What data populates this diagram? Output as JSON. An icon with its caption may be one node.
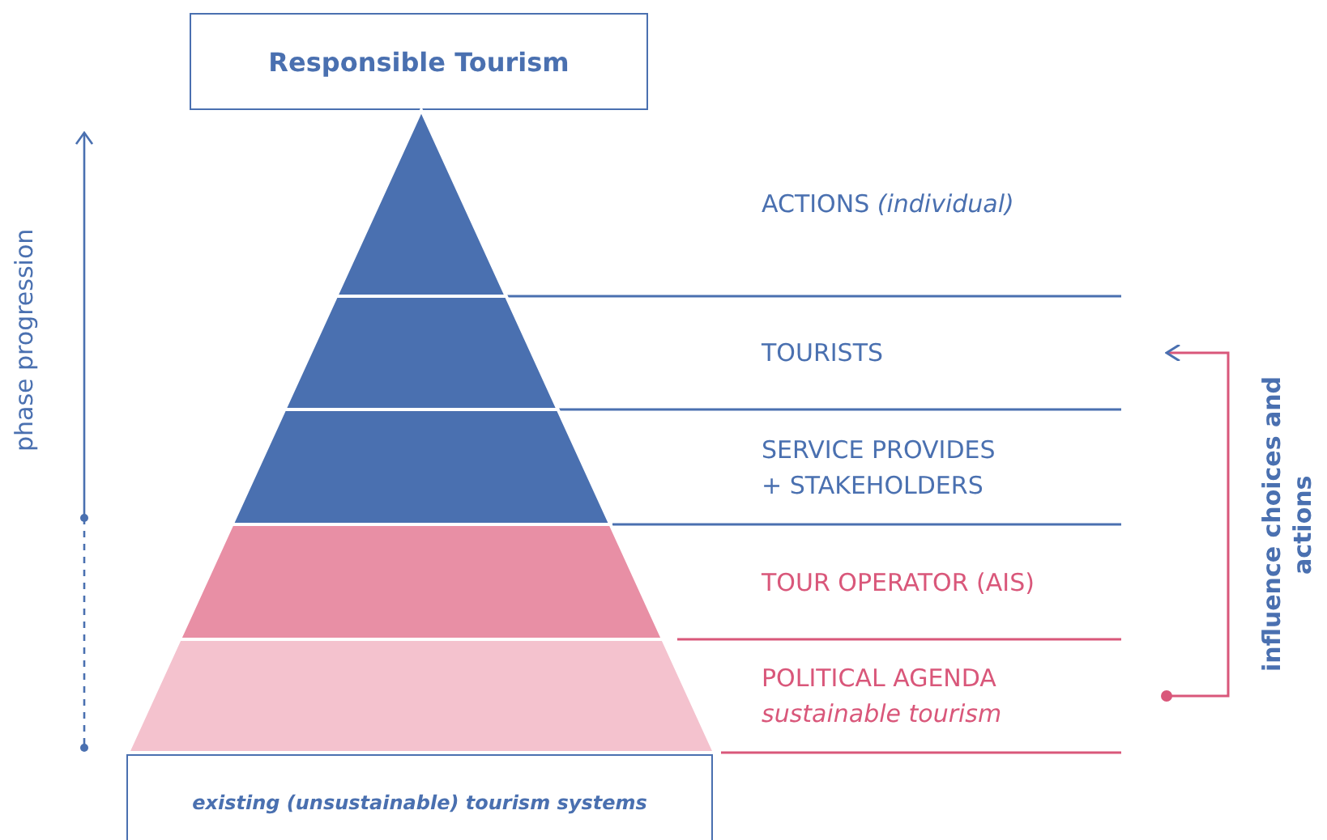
{
  "diagram": {
    "nodes": [
      {
        "text": [
          "Responsible Tourism"
        ]
      },
      {
        "text": [
          "ACTIONS *(individual)*"
        ]
      },
      {
        "text": [
          "TOURISTS"
        ]
      },
      {
        "text": [
          "SERVICE PROVIDES + STAKEHOLDERS"
        ]
      },
      {
        "text": [
          "TOUR OPERATOR (AIS)"
        ]
      },
      {
        "text": [
          "POLITICAL AGENDA",
          "sustainable tourism"
        ]
      },
      {
        "text": [
          "existing (unsustainable) tourism systems"
        ]
      }
    ],
    "edges": [
      {
        "from": 5,
        "to": 2,
        "arrow": "to",
        "label": "influence choices and actions"
      }
    ],
    "labels": [
      "phase progression"
    ]
  }
}
